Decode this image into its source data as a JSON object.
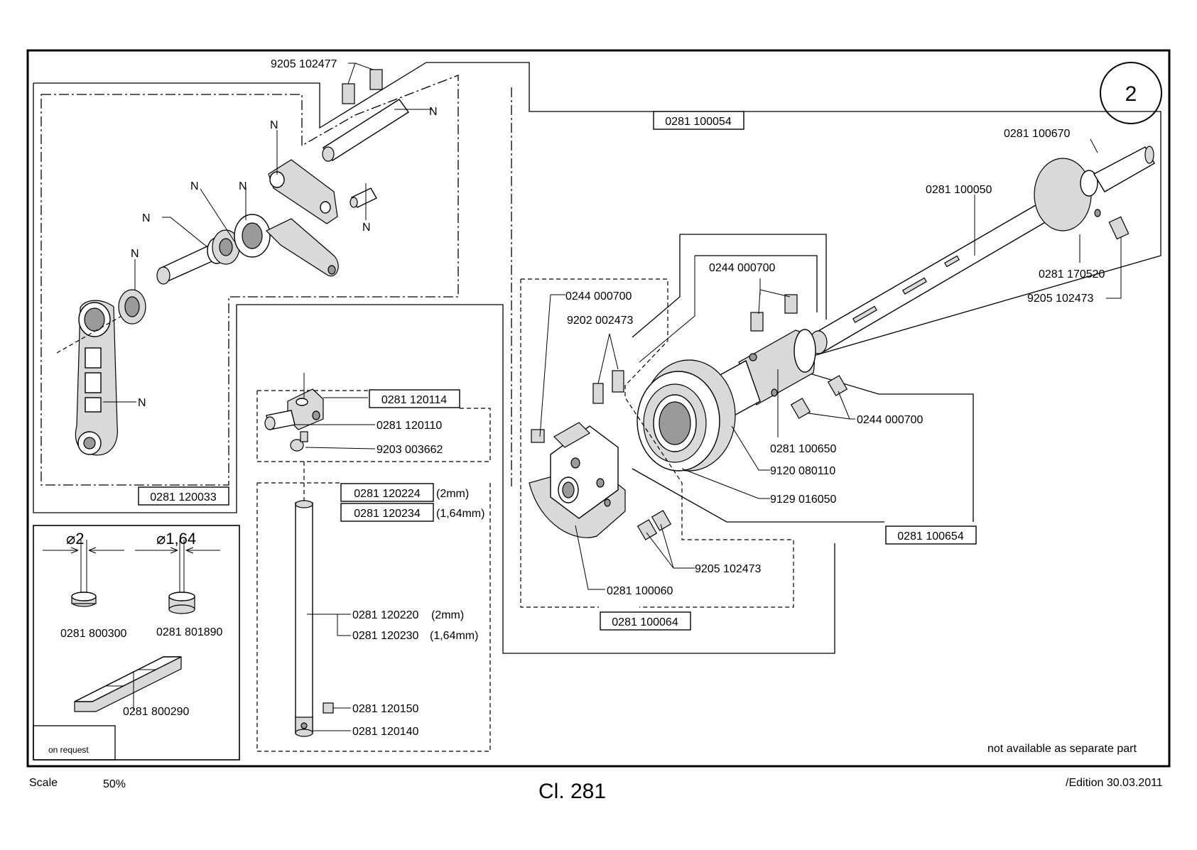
{
  "sheet": {
    "page_badge": "2",
    "scale_label": "Scale",
    "scale_value": "50%",
    "model": "Cl. 281",
    "edition": "/Edition 30.03.2011",
    "note": "not available as separate part",
    "on_request": "on request"
  },
  "markers": {
    "n": "N"
  },
  "parts": {
    "p9205_102477": "9205 102477",
    "p0281_100054": "0281 100054",
    "p0281_100670": "0281 100670",
    "p0281_100050": "0281 100050",
    "p0281_170520": "0281 170520",
    "p9205_102473_a": "9205 102473",
    "p0244_000700_a": "0244 000700",
    "p0244_000700_b": "0244 000700",
    "p0244_000700_c": "0244 000700",
    "p9202_002473": "9202 002473",
    "p0281_100650": "0281 100650",
    "p9120_080110": "9120 080110",
    "p9129_016050": "9129 016050",
    "p0281_100654": "0281 100654",
    "p9205_102473_b": "9205 102473",
    "p0281_100060": "0281 100060",
    "p0281_100064": "0281 100064",
    "p0281_120114": "0281 120114",
    "p0281_120110": "0281 120110",
    "p9203_003662": "9203 003662",
    "p0281_120033": "0281 120033",
    "p0281_120224": "0281 120224",
    "p0281_120224_note": "(2mm)",
    "p0281_120234": "0281 120234",
    "p0281_120234_note": "(1,64mm)",
    "p0281_120220": "0281 120220",
    "p0281_120220_note": "(2mm)",
    "p0281_120230": "0281 120230",
    "p0281_120230_note": "(1,64mm)",
    "p0281_120150": "0281 120150",
    "p0281_120140": "0281 120140",
    "p0281_800300": "0281 800300",
    "p0281_801890": "0281 801890",
    "p0281_800290": "0281 800290",
    "dia_2": "⌀2",
    "dia_164": "⌀1,64"
  }
}
